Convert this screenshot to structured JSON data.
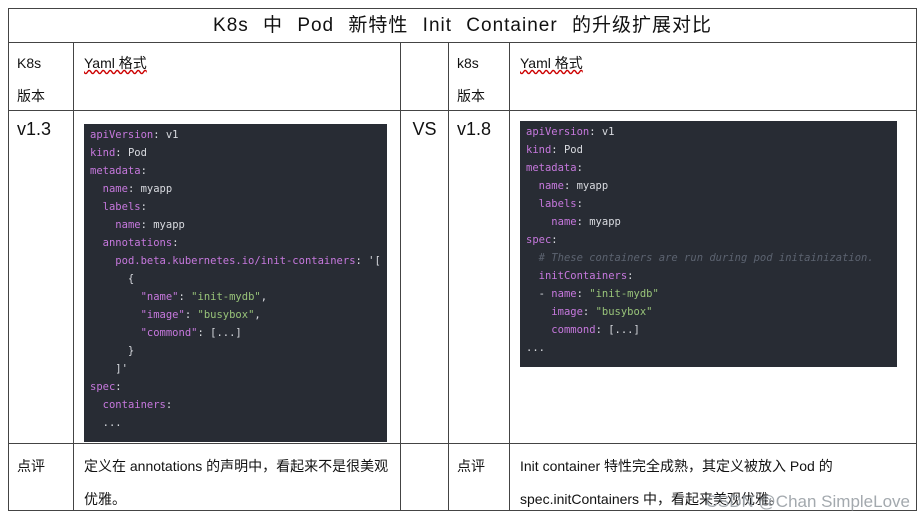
{
  "title": "K8s 中 Pod 新特性 Init Container 的升级扩展对比",
  "headers": {
    "k8s_left_1": "K8s",
    "k8s_left_2": "版本",
    "yaml_left": "Yaml 格式",
    "k8s_right_1": "k8s",
    "k8s_right_2": "版本",
    "yaml_right": "Yaml 格式"
  },
  "left": {
    "version": "v1.3",
    "code_lines": [
      [
        [
          "k",
          "apiVersion"
        ],
        [
          "t",
          ": v1"
        ]
      ],
      [
        [
          "k",
          "kind"
        ],
        [
          "t",
          ": Pod"
        ]
      ],
      [
        [
          "k",
          "metadata"
        ],
        [
          "t",
          ":"
        ]
      ],
      [
        [
          "t",
          "  "
        ],
        [
          "k",
          "name"
        ],
        [
          "t",
          ": myapp"
        ]
      ],
      [
        [
          "t",
          "  "
        ],
        [
          "k",
          "labels"
        ],
        [
          "t",
          ":"
        ]
      ],
      [
        [
          "t",
          "    "
        ],
        [
          "k",
          "name"
        ],
        [
          "t",
          ": myapp"
        ]
      ],
      [
        [
          "t",
          "  "
        ],
        [
          "k",
          "annotations"
        ],
        [
          "t",
          ":"
        ]
      ],
      [
        [
          "t",
          "    "
        ],
        [
          "k",
          "pod.beta.kubernetes.io/init-containers"
        ],
        [
          "t",
          ": '["
        ]
      ],
      [
        [
          "t",
          "      {"
        ]
      ],
      [
        [
          "t",
          "        "
        ],
        [
          "k",
          "\"name\""
        ],
        [
          "t",
          ": "
        ],
        [
          "s",
          "\"init-mydb\""
        ],
        [
          "t",
          ","
        ]
      ],
      [
        [
          "t",
          "        "
        ],
        [
          "k",
          "\"image\""
        ],
        [
          "t",
          ": "
        ],
        [
          "s",
          "\"busybox\""
        ],
        [
          "t",
          ","
        ]
      ],
      [
        [
          "t",
          "        "
        ],
        [
          "k",
          "\"commond\""
        ],
        [
          "t",
          ": [...]"
        ]
      ],
      [
        [
          "t",
          "      }"
        ]
      ],
      [
        [
          "t",
          "    ]'"
        ]
      ],
      [
        [
          "k",
          "spec"
        ],
        [
          "t",
          ":"
        ]
      ],
      [
        [
          "t",
          "  "
        ],
        [
          "k",
          "containers"
        ],
        [
          "t",
          ":"
        ]
      ],
      [
        [
          "t",
          "  ..."
        ]
      ]
    ],
    "comment_label": "点评",
    "comment": "定义在 annotations 的声明中，看起来不是很美观优雅。"
  },
  "vs": "VS",
  "right": {
    "version": "v1.8",
    "code_lines": [
      [
        [
          "k",
          "apiVersion"
        ],
        [
          "t",
          ": v1"
        ]
      ],
      [
        [
          "k",
          "kind"
        ],
        [
          "t",
          ": Pod"
        ]
      ],
      [
        [
          "k",
          "metadata"
        ],
        [
          "t",
          ":"
        ]
      ],
      [
        [
          "t",
          "  "
        ],
        [
          "k",
          "name"
        ],
        [
          "t",
          ": myapp"
        ]
      ],
      [
        [
          "t",
          "  "
        ],
        [
          "k",
          "labels"
        ],
        [
          "t",
          ":"
        ]
      ],
      [
        [
          "t",
          "    "
        ],
        [
          "k",
          "name"
        ],
        [
          "t",
          ": myapp"
        ]
      ],
      [
        [
          "k",
          "spec"
        ],
        [
          "t",
          ":"
        ]
      ],
      [
        [
          "t",
          "  "
        ],
        [
          "c",
          "# These containers are run during pod initainization."
        ]
      ],
      [
        [
          "t",
          "  "
        ],
        [
          "k",
          "initContainers"
        ],
        [
          "t",
          ":"
        ]
      ],
      [
        [
          "t",
          "  - "
        ],
        [
          "k",
          "name"
        ],
        [
          "t",
          ": "
        ],
        [
          "s",
          "\"init-mydb\""
        ]
      ],
      [
        [
          "t",
          "    "
        ],
        [
          "k",
          "image"
        ],
        [
          "t",
          ": "
        ],
        [
          "s",
          "\"busybox\""
        ]
      ],
      [
        [
          "t",
          "    "
        ],
        [
          "k",
          "commond"
        ],
        [
          "t",
          ": [...]"
        ]
      ],
      [
        [
          "t",
          "..."
        ]
      ]
    ],
    "comment_label": "点评",
    "comment": "Init container 特性完全成熟，其定义被放入 Pod 的 spec.initContainers 中，看起来美观优雅。"
  },
  "watermark": "CSDN @Chan SimpleLove"
}
